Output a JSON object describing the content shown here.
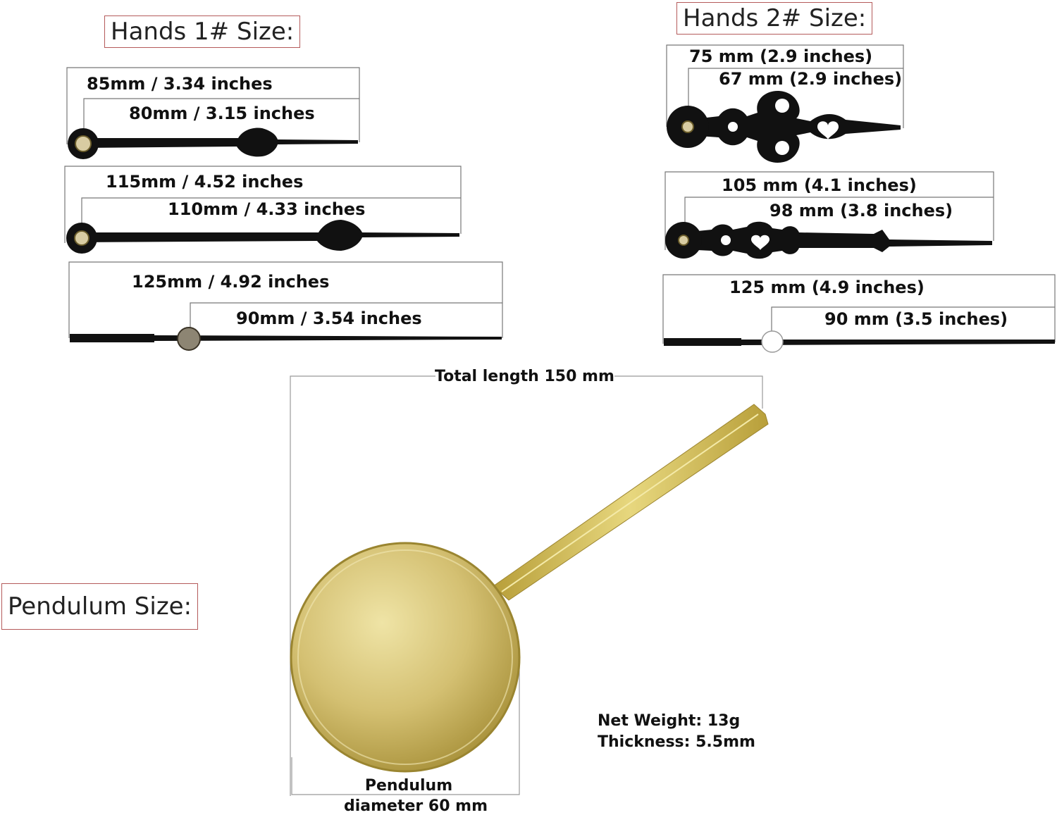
{
  "hands1": {
    "title": "Hands 1# Size:",
    "dims": [
      "85mm / 3.34 inches",
      "80mm / 3.15 inches",
      "115mm / 4.52 inches",
      "110mm / 4.33 inches",
      "125mm / 4.92 inches",
      "90mm / 3.54 inches"
    ]
  },
  "hands2": {
    "title": "Hands 2# Size:",
    "dims": [
      "75 mm (2.9 inches)",
      "67 mm (2.9 inches)",
      "105 mm (4.1 inches)",
      "98 mm (3.8 inches)",
      "125 mm (4.9 inches)",
      "90 mm (3.5 inches)"
    ]
  },
  "pendulum": {
    "title": "Pendulum Size:",
    "total_length": "Total length 150 mm",
    "diameter_line1": "Pendulum",
    "diameter_line2": "diameter 60 mm",
    "net_weight": "Net Weight: 13g",
    "thickness": "Thickness: 5.5mm"
  },
  "colors": {
    "hand": "#111111",
    "dim_line": "#777777",
    "title_border": "#b45a5a",
    "brass": "#c9b24a"
  }
}
